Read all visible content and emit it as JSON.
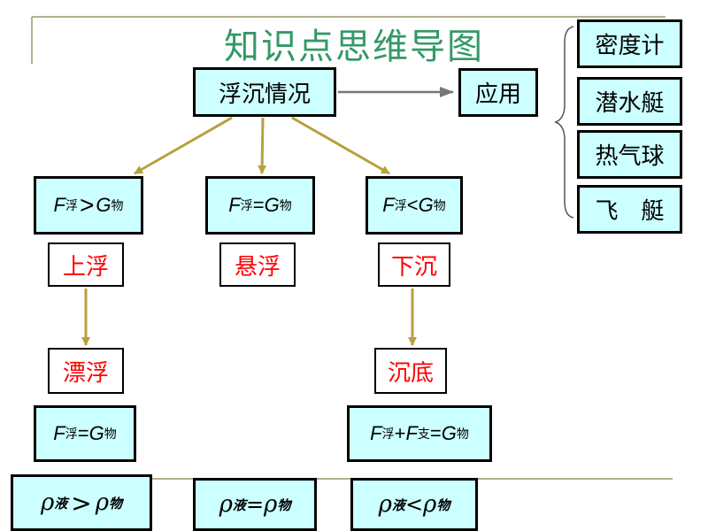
{
  "title": "知识点思维导图",
  "center": "浮沉情况",
  "application": {
    "label": "应用",
    "items": [
      "密度计",
      "潜水艇",
      "热气球",
      "飞　艇"
    ]
  },
  "colors": {
    "box_fill": "#ccffff",
    "state_text": "#ff0000",
    "title_text": "#339966",
    "arrow": "#b8a040",
    "rule": "#999966"
  },
  "columns": [
    {
      "condition": {
        "F": "F",
        "F_sub": "浮",
        "op": ">",
        "G": "G",
        "G_sub": "物"
      },
      "state": "上浮",
      "final_state": "漂浮",
      "final_condition": {
        "F": "F",
        "F_sub": "浮",
        "op": "=",
        "G": "G",
        "G_sub": "物"
      },
      "density": {
        "rho": "ρ",
        "l_sub": "液",
        "op": ">",
        "r_sub": "物"
      }
    },
    {
      "condition": {
        "F": "F",
        "F_sub": "浮",
        "op": "=",
        "G": "G",
        "G_sub": "物"
      },
      "state": "悬浮",
      "density": {
        "rho": "ρ",
        "l_sub": "液",
        "op": "=",
        "r_sub": "物"
      }
    },
    {
      "condition": {
        "F": "F",
        "F_sub": "浮",
        "op": "<",
        "G": "G",
        "G_sub": "物"
      },
      "state": "下沉",
      "final_state": "沉底",
      "final_condition": {
        "F": "F",
        "F_sub": "浮",
        "plus": "+",
        "F2": "F",
        "F2_sub": "支",
        "op": "=",
        "G": "G",
        "G_sub": "物"
      },
      "density": {
        "rho": "ρ",
        "l_sub": "液",
        "op": "<",
        "r_sub": "物"
      }
    }
  ]
}
